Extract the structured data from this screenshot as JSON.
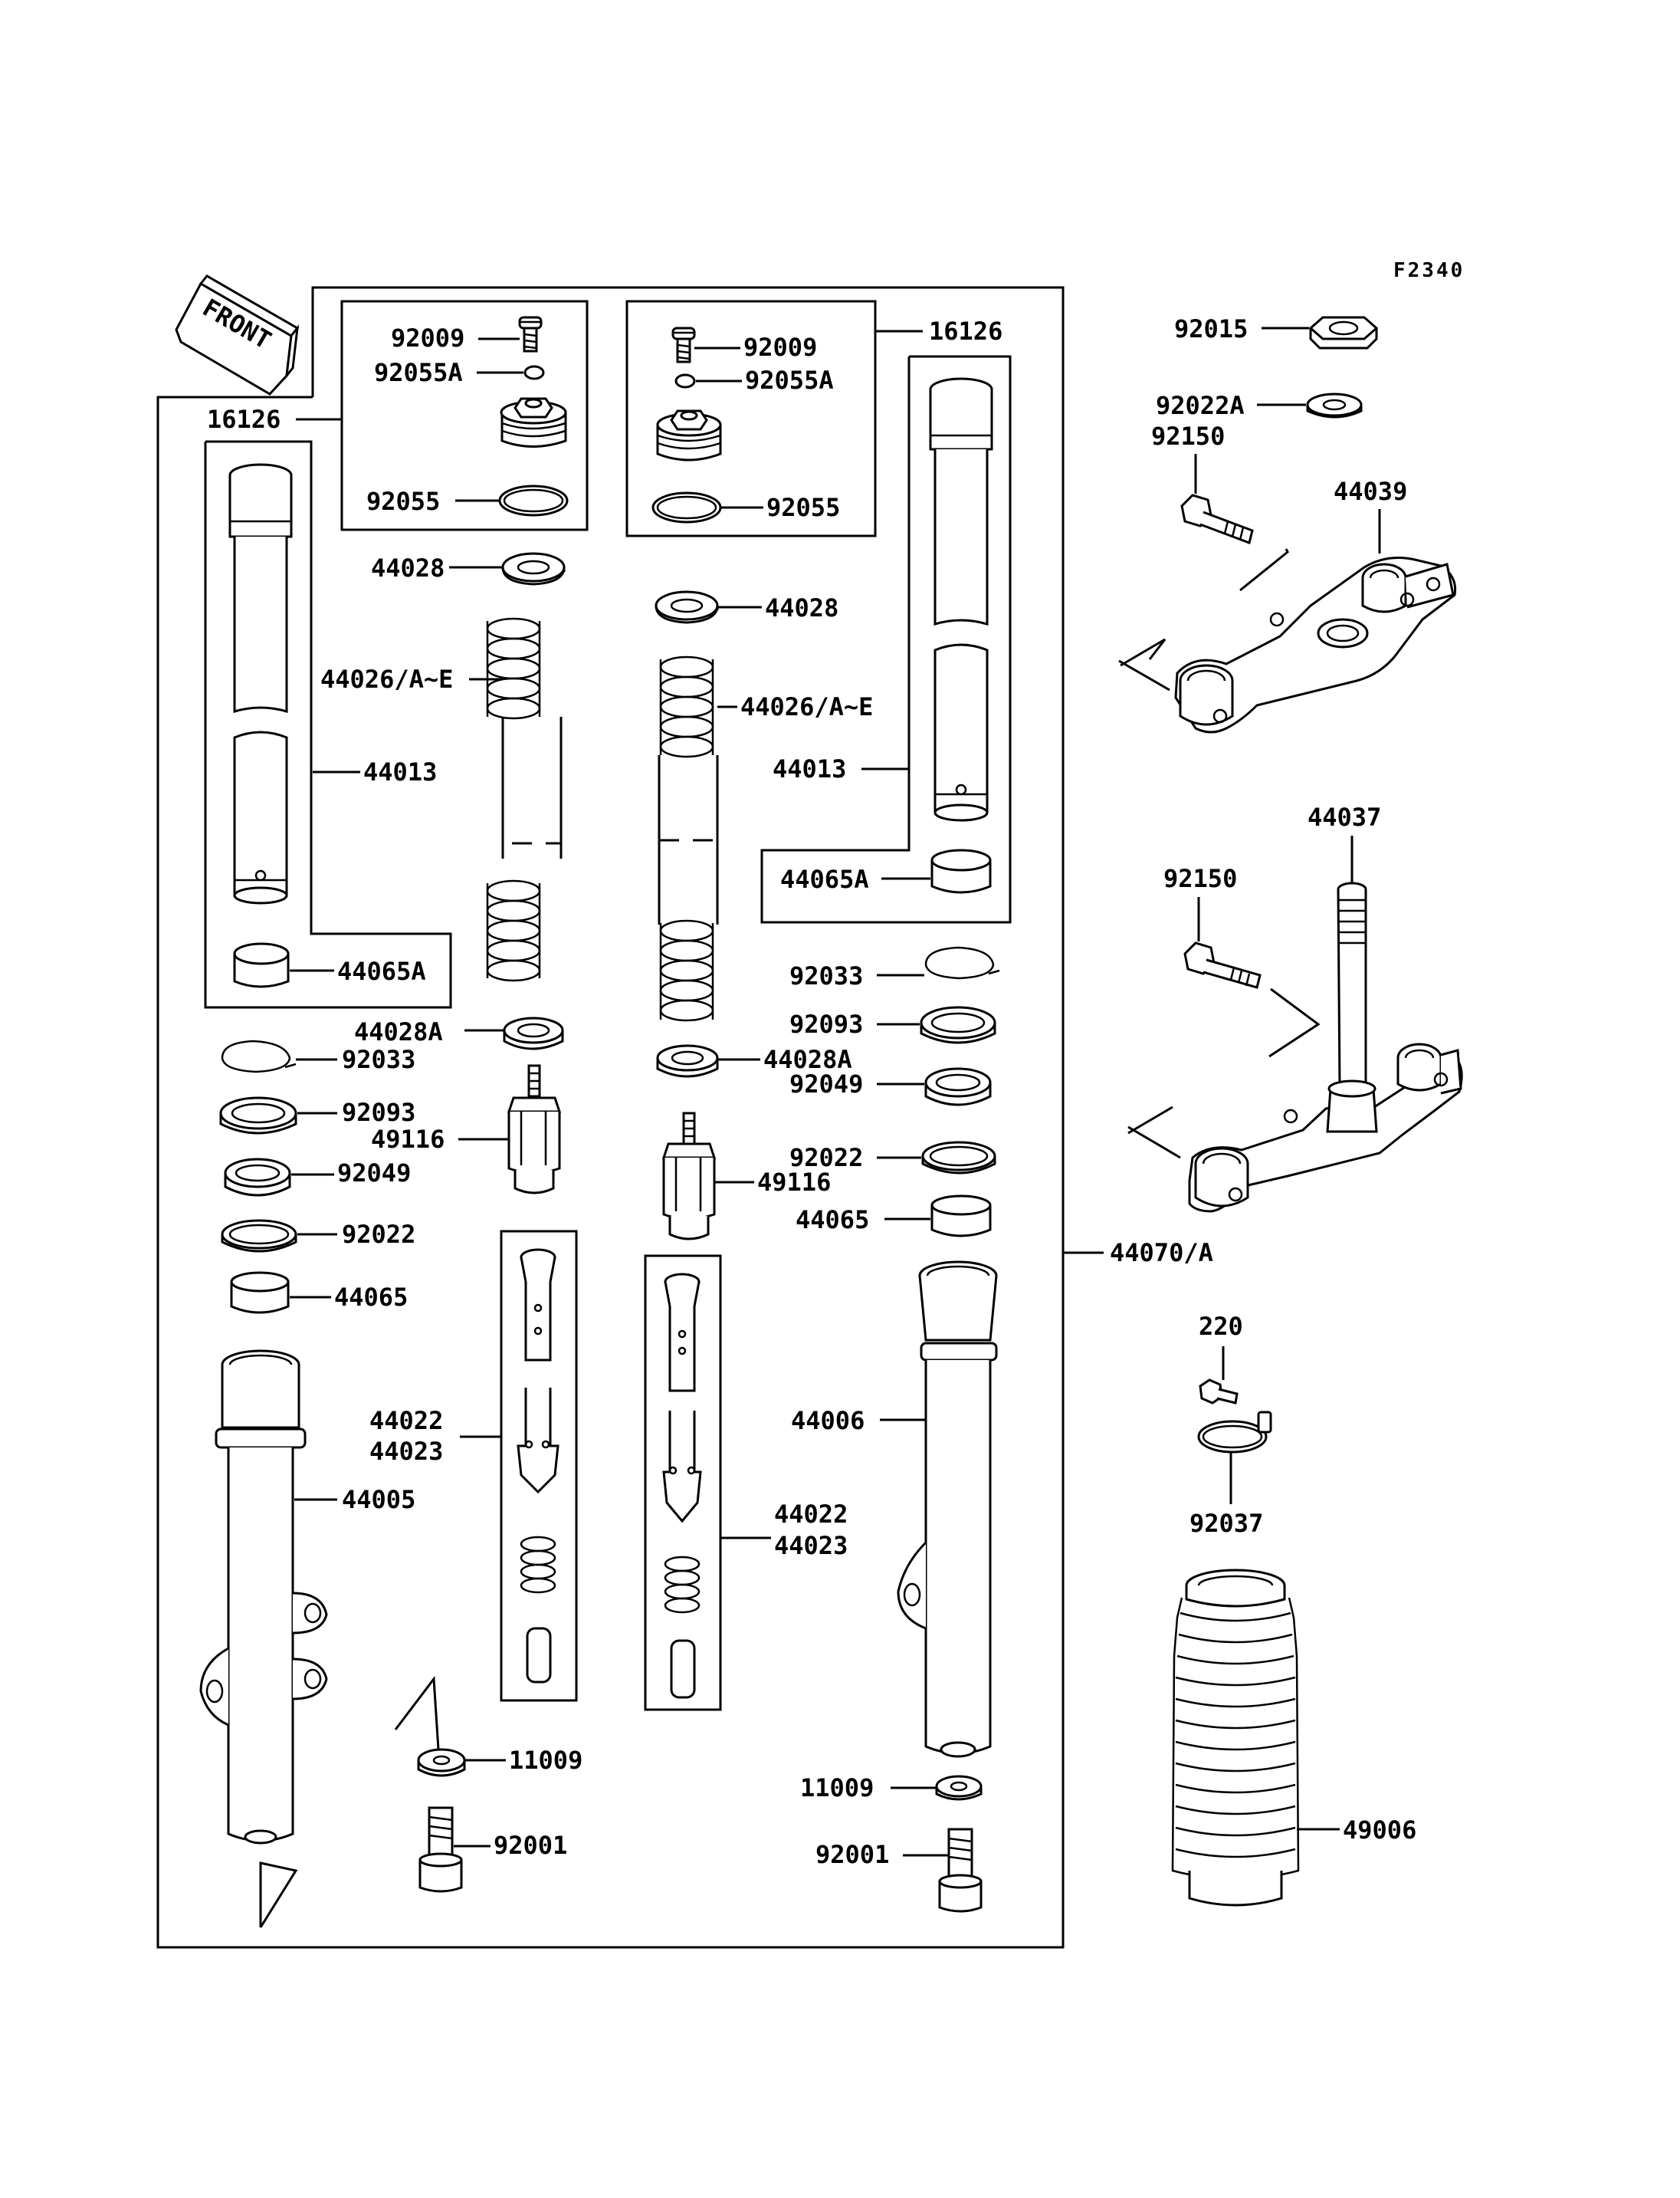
{
  "figure_code": "F2340",
  "front_label": "FRONT",
  "labels": {
    "l_16126": "16126",
    "l_92009": "92009",
    "l_92055A": "92055A",
    "l_92055": "92055",
    "l_44028": "44028",
    "l_44026": "44026/A~E",
    "l_44013": "44013",
    "l_44065A": "44065A",
    "l_44028A": "44028A",
    "l_92033": "92033",
    "l_92093": "92093",
    "l_92049": "92049",
    "l_49116": "49116",
    "l_92022": "92022",
    "l_44065": "44065",
    "l_44022": "44022",
    "l_44023": "44023",
    "l_44005": "44005",
    "l_11009": "11009",
    "l_92001": "92001",
    "r_16126": "16126",
    "r_92009": "92009",
    "r_92055A": "92055A",
    "r_92055": "92055",
    "r_44028": "44028",
    "r_44026": "44026/A~E",
    "r_44013": "44013",
    "r_44065A": "44065A",
    "r_44028A": "44028A",
    "r_92033": "92033",
    "r_92093": "92093",
    "r_92049": "92049",
    "r_49116": "49116",
    "r_92022": "92022",
    "r_44065": "44065",
    "r_44022": "44022",
    "r_44023": "44023",
    "r_44006": "44006",
    "r_11009": "11009",
    "r_92001": "92001",
    "a_44070": "44070/A",
    "s_92015": "92015",
    "s_92022A": "92022A",
    "s_92150a": "92150",
    "s_44039": "44039",
    "s_44037": "44037",
    "s_92150b": "92150",
    "s_220": "220",
    "s_92037": "92037",
    "s_49006": "49006"
  }
}
